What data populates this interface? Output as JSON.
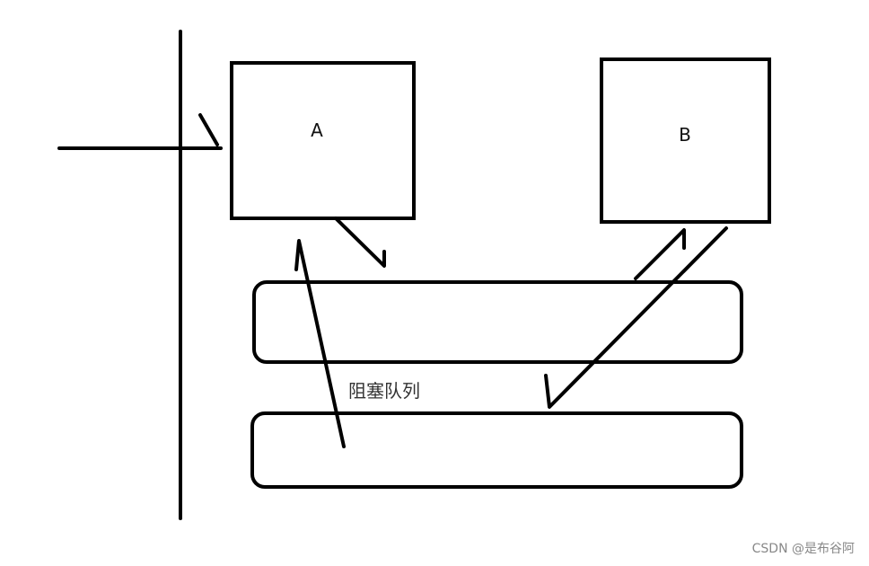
{
  "diagram": {
    "box_a_label": "A",
    "box_b_label": "B",
    "queue_label": "阻塞队列"
  },
  "watermark": {
    "text": "CSDN @是布谷阿"
  },
  "colors": {
    "stroke": "#000000",
    "background": "#ffffff",
    "watermark": "#888888"
  }
}
